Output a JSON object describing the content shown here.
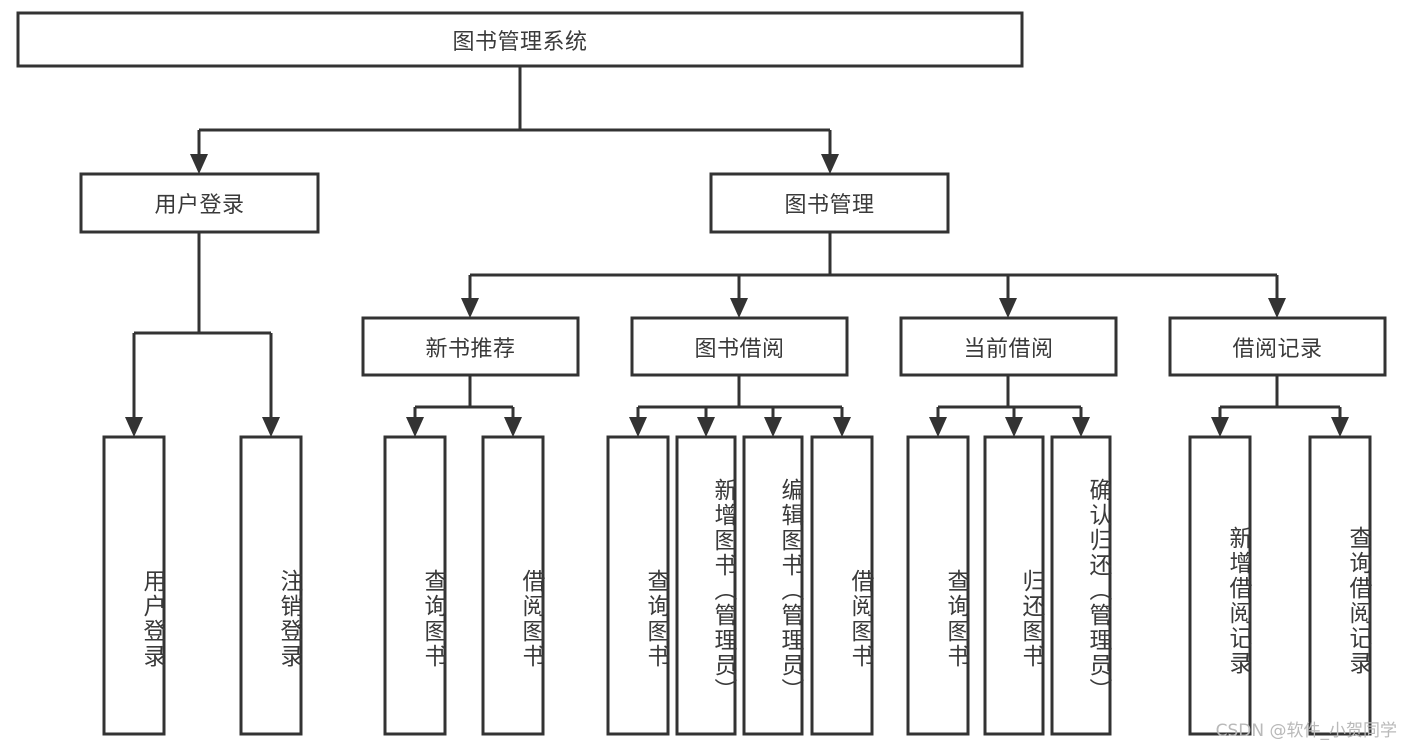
{
  "diagram": {
    "title": "图书管理系统",
    "watermark": "CSDN @软件_小贺同学",
    "colors": {
      "stroke": "#333333",
      "box_fill": "#ffffff",
      "text": "#3a3a3a",
      "background": "#ffffff",
      "watermark": "#b9b9b9"
    },
    "nodes": {
      "root": {
        "label": "图书管理系统",
        "level": 1,
        "orientation": "horizontal"
      },
      "l2_user_login": {
        "label": "用户登录",
        "level": 2,
        "orientation": "horizontal"
      },
      "l2_book_manage": {
        "label": "图书管理",
        "level": 2,
        "orientation": "horizontal"
      },
      "l3_new_book_rec": {
        "label": "新书推荐",
        "level": 3,
        "orientation": "horizontal"
      },
      "l3_book_borrow": {
        "label": "图书借阅",
        "level": 3,
        "orientation": "horizontal"
      },
      "l3_current_borrow": {
        "label": "当前借阅",
        "level": 3,
        "orientation": "horizontal"
      },
      "l3_borrow_record": {
        "label": "借阅记录",
        "level": 3,
        "orientation": "horizontal"
      },
      "leaf_user_login": {
        "label": "用户登录",
        "level": 4,
        "orientation": "vertical"
      },
      "leaf_logout": {
        "label": "注销登录",
        "level": 4,
        "orientation": "vertical"
      },
      "leaf_query_book_1": {
        "label": "查询图书",
        "level": 4,
        "orientation": "vertical"
      },
      "leaf_borrow_book_1": {
        "label": "借阅图书",
        "level": 4,
        "orientation": "vertical"
      },
      "leaf_query_book_2": {
        "label": "查询图书",
        "level": 4,
        "orientation": "vertical"
      },
      "leaf_add_book": {
        "label": "新增图书（管理员）",
        "level": 4,
        "orientation": "vertical"
      },
      "leaf_edit_book": {
        "label": "编辑图书（管理员）",
        "level": 4,
        "orientation": "vertical"
      },
      "leaf_borrow_book_2": {
        "label": "借阅图书",
        "level": 4,
        "orientation": "vertical"
      },
      "leaf_query_book_3": {
        "label": "查询图书",
        "level": 4,
        "orientation": "vertical"
      },
      "leaf_return_book": {
        "label": "归还图书",
        "level": 4,
        "orientation": "vertical"
      },
      "leaf_confirm_return": {
        "label": "确认归还（管理员）",
        "level": 4,
        "orientation": "vertical"
      },
      "leaf_add_record": {
        "label": "新增借阅记录",
        "level": 4,
        "orientation": "vertical"
      },
      "leaf_query_record": {
        "label": "查询借阅记录",
        "level": 4,
        "orientation": "vertical"
      }
    },
    "edges": [
      {
        "from": "root",
        "to": "l2_user_login"
      },
      {
        "from": "root",
        "to": "l2_book_manage"
      },
      {
        "from": "l2_user_login",
        "to": "leaf_user_login"
      },
      {
        "from": "l2_user_login",
        "to": "leaf_logout"
      },
      {
        "from": "l2_book_manage",
        "to": "l3_new_book_rec"
      },
      {
        "from": "l2_book_manage",
        "to": "l3_book_borrow"
      },
      {
        "from": "l2_book_manage",
        "to": "l3_current_borrow"
      },
      {
        "from": "l2_book_manage",
        "to": "l3_borrow_record"
      },
      {
        "from": "l3_new_book_rec",
        "to": "leaf_query_book_1"
      },
      {
        "from": "l3_new_book_rec",
        "to": "leaf_borrow_book_1"
      },
      {
        "from": "l3_book_borrow",
        "to": "leaf_query_book_2"
      },
      {
        "from": "l3_book_borrow",
        "to": "leaf_add_book"
      },
      {
        "from": "l3_book_borrow",
        "to": "leaf_edit_book"
      },
      {
        "from": "l3_book_borrow",
        "to": "leaf_borrow_book_2"
      },
      {
        "from": "l3_current_borrow",
        "to": "leaf_query_book_3"
      },
      {
        "from": "l3_current_borrow",
        "to": "leaf_return_book"
      },
      {
        "from": "l3_current_borrow",
        "to": "leaf_confirm_return"
      },
      {
        "from": "l3_borrow_record",
        "to": "leaf_add_record"
      },
      {
        "from": "l3_borrow_record",
        "to": "leaf_query_record"
      }
    ]
  }
}
